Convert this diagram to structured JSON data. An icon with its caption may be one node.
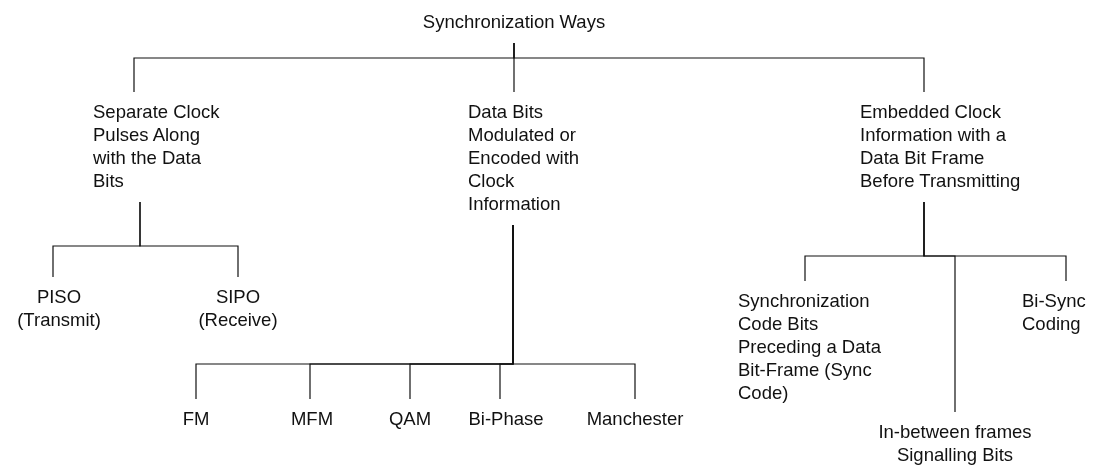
{
  "diagram": {
    "nodes": [
      {
        "text": [
          "Synchronization Ways"
        ]
      },
      {
        "text": [
          "Separate Clock Pulses Along with the Data Bits"
        ]
      },
      {
        "text": [
          "Data Bits Modulated or Encoded with Clock Information"
        ]
      },
      {
        "text": [
          "Embedded Clock Information with a Data Bit Frame Before Transmitting"
        ]
      },
      {
        "text": [
          "PISO (Transmit)"
        ]
      },
      {
        "text": [
          "SIPO (Receive)"
        ]
      },
      {
        "text": [
          "FM"
        ]
      },
      {
        "text": [
          "MFM"
        ]
      },
      {
        "text": [
          "QAM"
        ]
      },
      {
        "text": [
          "Bi-Phase"
        ]
      },
      {
        "text": [
          "Manchester"
        ]
      },
      {
        "text": [
          "Synchronization Code Bits Preceding a Data Bit-Frame (Sync Code)"
        ]
      },
      {
        "text": [
          "In-between frames Signalling Bits"
        ]
      },
      {
        "text": [
          "Bi-Sync Coding"
        ]
      }
    ],
    "edges": [
      {
        "from": 0,
        "to": 1,
        "arrow": "none"
      },
      {
        "from": 0,
        "to": 2,
        "arrow": "none"
      },
      {
        "from": 0,
        "to": 3,
        "arrow": "none"
      },
      {
        "from": 1,
        "to": 4,
        "arrow": "none"
      },
      {
        "from": 1,
        "to": 5,
        "arrow": "none"
      },
      {
        "from": 2,
        "to": 6,
        "arrow": "none"
      },
      {
        "from": 2,
        "to": 7,
        "arrow": "none"
      },
      {
        "from": 2,
        "to": 8,
        "arrow": "none"
      },
      {
        "from": 2,
        "to": 9,
        "arrow": "none"
      },
      {
        "from": 2,
        "to": 10,
        "arrow": "none"
      },
      {
        "from": 3,
        "to": 11,
        "arrow": "none"
      },
      {
        "from": 3,
        "to": 12,
        "arrow": "none"
      },
      {
        "from": 3,
        "to": 13,
        "arrow": "none"
      }
    ]
  }
}
